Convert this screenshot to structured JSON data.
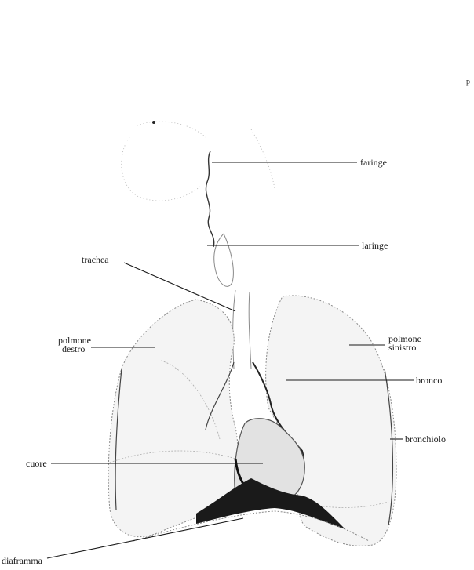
{
  "corner_mark": "p",
  "labels": {
    "faringe": "faringe",
    "laringe": "laringe",
    "trachea": "trachea",
    "polmone_destro_1": "polmone",
    "polmone_destro_2": "destro",
    "polmone_sinistro_1": "polmone",
    "polmone_sinistro_2": "sinistro",
    "bronco": "bronco",
    "bronchiolo": "bronchiolo",
    "cuore": "cuore",
    "diaframma": "diaframma"
  },
  "colors": {
    "ink": "#1a1a1a",
    "tissue": "#9a9a9a"
  }
}
